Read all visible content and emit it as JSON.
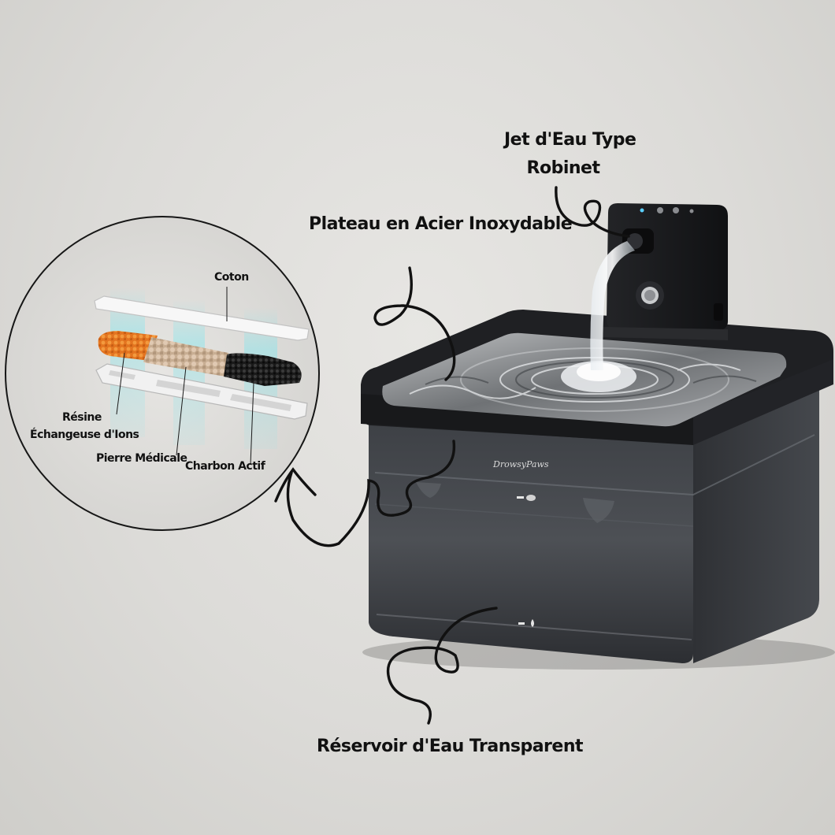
{
  "annotations": {
    "faucet_jet_line1": "Jet d'Eau Type",
    "faucet_jet_line2": "Robinet",
    "steel_tray": "Plateau en Acier Inoxydable",
    "transparent_reservoir": "Réservoir d'Eau Transparent"
  },
  "filter_layers": {
    "cotton": "Coton",
    "resin_line1": "Résine",
    "resin_line2": "Échangeuse d'Ions",
    "medical_stone": "Pierre Médicale",
    "activated_carbon": "Charbon Actif"
  },
  "brand": {
    "logo_text": "DrowsyPaws"
  },
  "colors": {
    "background": "#dcdbd8",
    "fountain_body": "#2b2c2f",
    "reservoir_tint": "#4a4d52",
    "steel_tray": "#9a9c9f",
    "resin": "#e07a22",
    "medical_stone": "#cfb49a",
    "carbon": "#1e1e1e",
    "text": "#111111"
  }
}
